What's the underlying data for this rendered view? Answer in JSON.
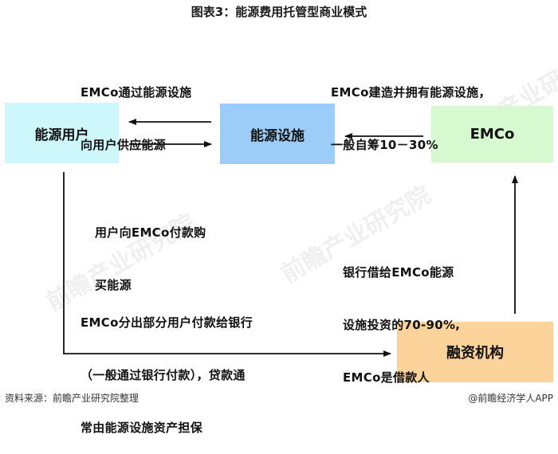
{
  "title": "图表3：能源费用托管型商业模式",
  "nodes": {
    "energy_user": "能源用户",
    "energy_facility": "能源设施",
    "emco": "EMCo",
    "finance_institution": "融资机构"
  },
  "annotations": {
    "supply_1": "EMCo通过能源设施",
    "supply_2": "向用户供应能源",
    "build_1": "EMCo建造并拥有能源设施，",
    "build_2": "一般自筹10－30%",
    "pay_1": "用户向EMCo付款购",
    "pay_2": "买能源",
    "bank_1": "银行借给EMCo能源",
    "bank_2": "设施投资的70-90%,",
    "bank_3": "EMCo是借款人",
    "split_1": "EMCo分出部分用户付款给银行",
    "split_2": "（一般通过银行付款），贷款通",
    "split_3": "常由能源设施资产担保"
  },
  "footer": {
    "source": "资料来源：前瞻产业研究院整理",
    "brand": "@前瞻经济学人APP"
  },
  "watermark": "前瞻产业研究院",
  "colors": {
    "user": "#cdf7fb",
    "facility": "#9ccdf8",
    "emco": "#d7f9cf",
    "finance": "#fdd39c"
  }
}
